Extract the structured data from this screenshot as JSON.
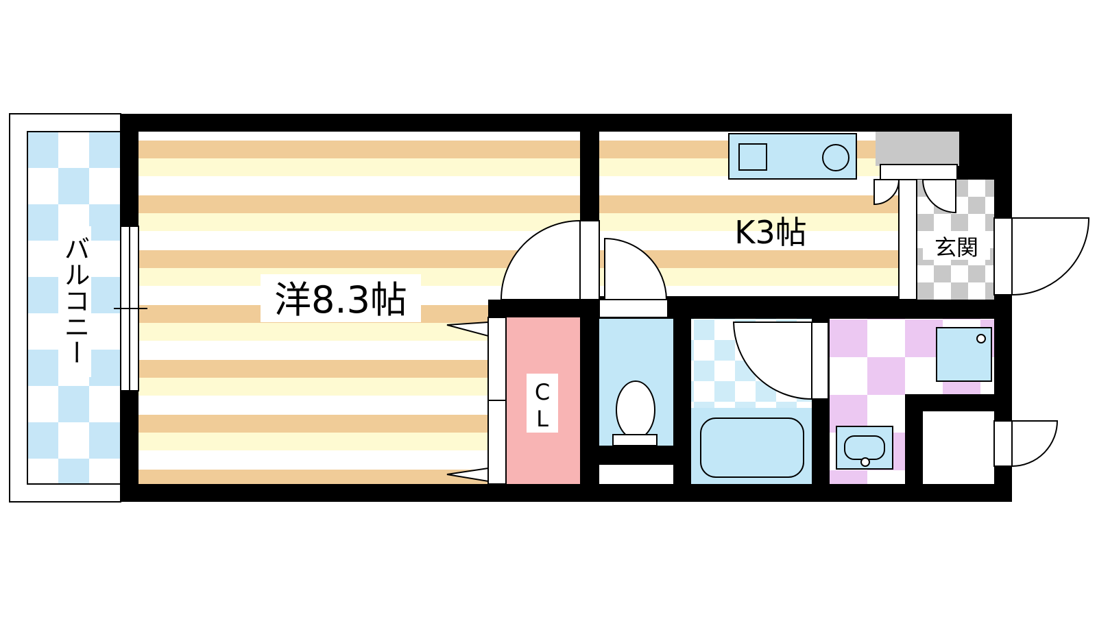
{
  "labels": {
    "balcony": "バルコニー",
    "western_room": "洋8.3帖",
    "kitchen": "K3帖",
    "entrance": "玄関",
    "closet_line1": "C",
    "closet_line2": "L"
  },
  "colors": {
    "wall": "#000000",
    "floor_stripe_dark": "#f0cc98",
    "floor_stripe_light": "#fefad2",
    "balcony_check": "#c6e6f7",
    "bath_check": "#cfecf8",
    "washroom_check": "#ecc8f2",
    "entrance_check": "#c8c8c8",
    "closet": "#f8b4b4",
    "fixture": "#c2e7f7",
    "shoebox": "#c8c8c8"
  }
}
